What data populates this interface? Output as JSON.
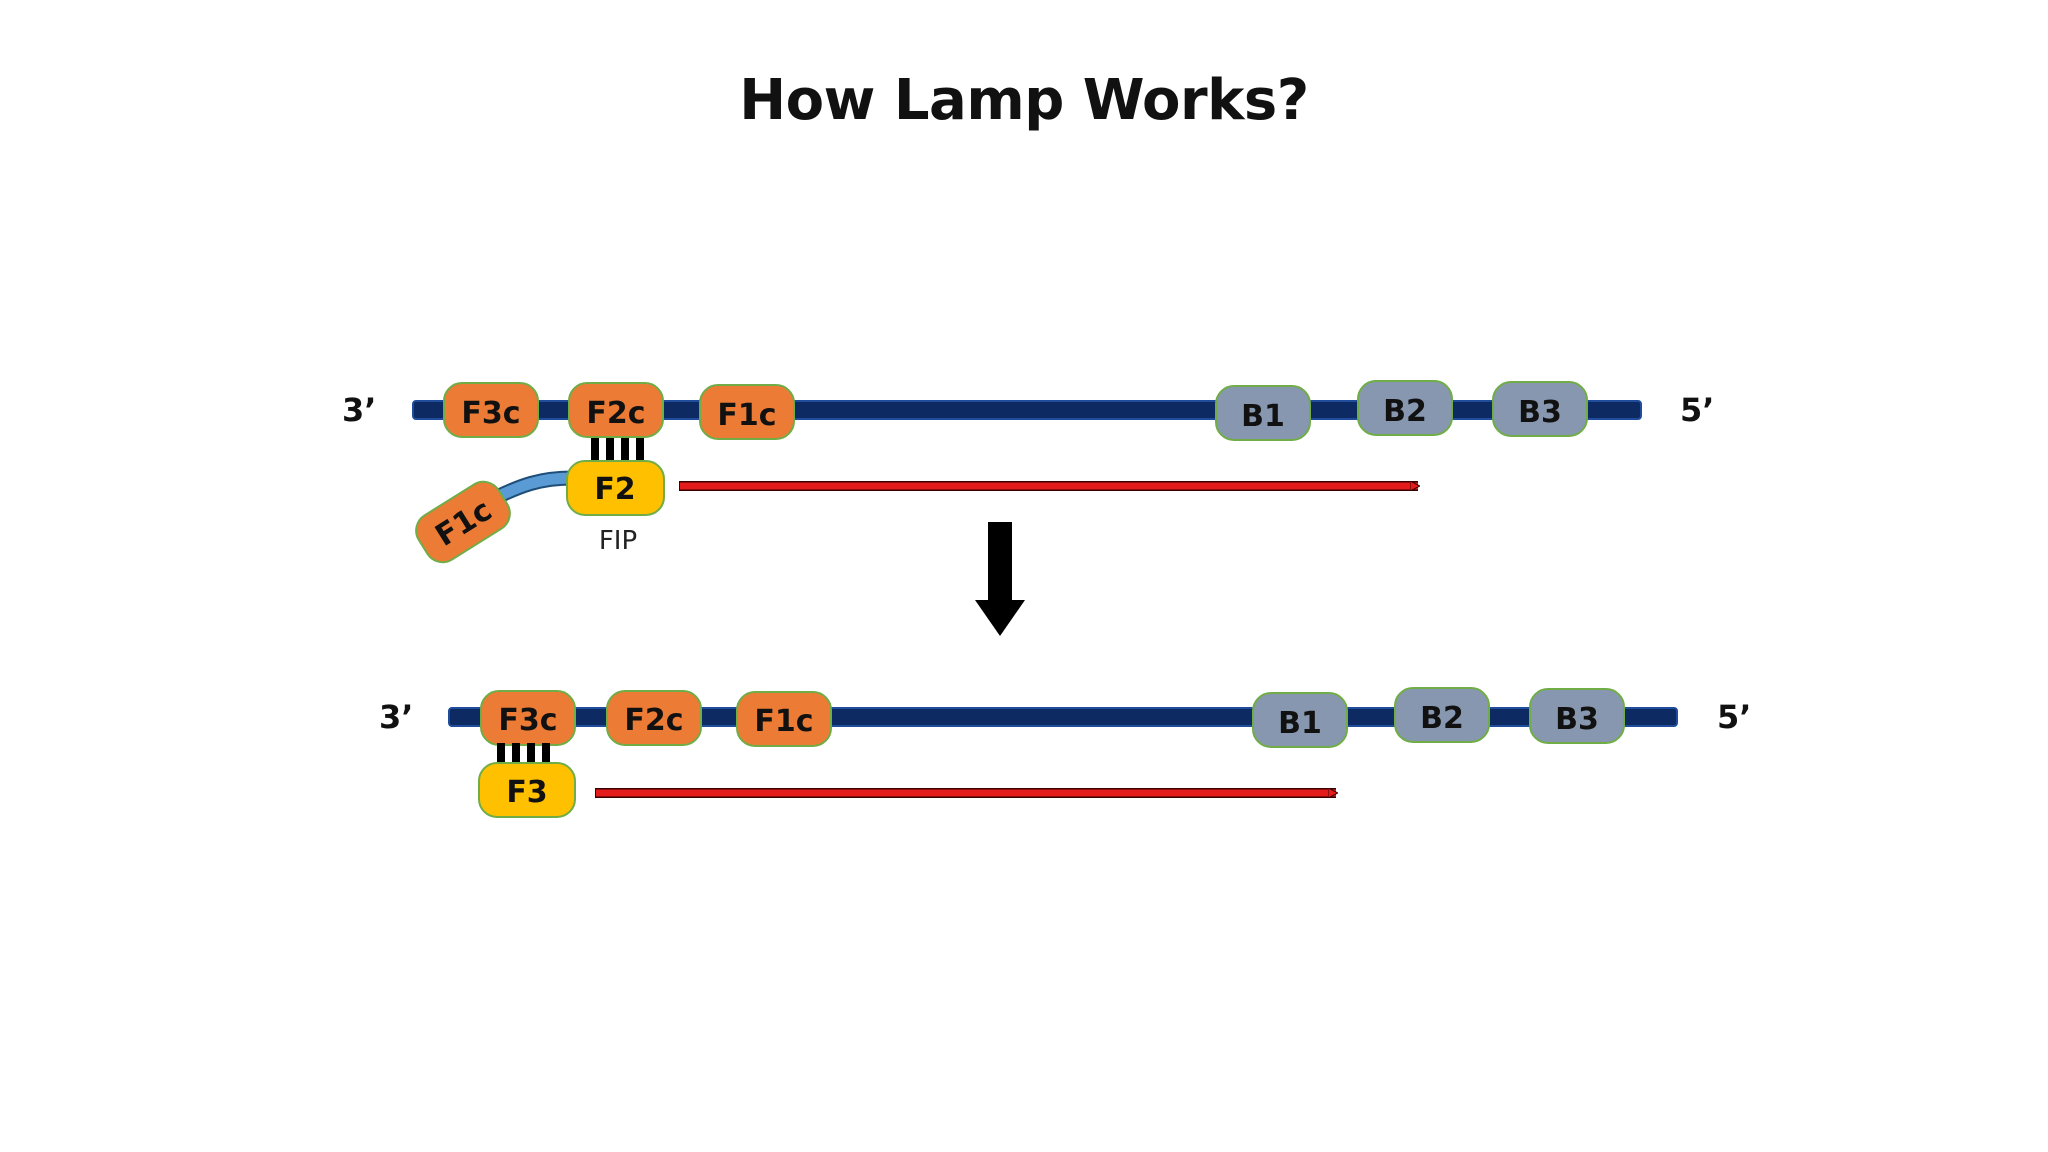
{
  "title": "How Lamp Works?",
  "colors": {
    "strand": "#0d2a63",
    "f_region": "#ec7b35",
    "b_region": "#8797b0",
    "primer": "#ffc000",
    "region_border": "#70ad47",
    "linker": "#5b9bd5",
    "extension_arrow": "#e31b1b",
    "step_arrow": "#000000"
  },
  "panel_top": {
    "end_left": "3’",
    "end_right": "5’",
    "regions": [
      "F3c",
      "F2c",
      "F1c",
      "B1",
      "B2",
      "B3"
    ],
    "primer_label": "F2",
    "tail_label": "F1c",
    "primer_name": "FIP"
  },
  "panel_bottom": {
    "end_left": "3’",
    "end_right": "5’",
    "regions": [
      "F3c",
      "F2c",
      "F1c",
      "B1",
      "B2",
      "B3"
    ],
    "primer_label": "F3"
  }
}
